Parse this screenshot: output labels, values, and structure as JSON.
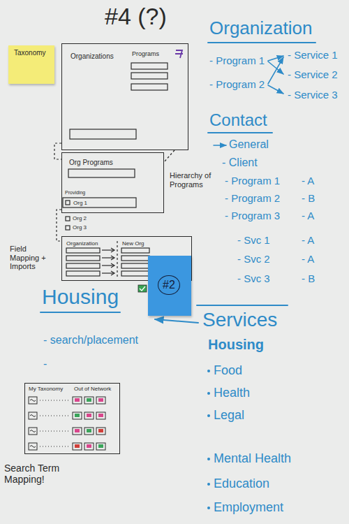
{
  "diagram": {
    "title": "#4 (?)",
    "nodes": [
      {
        "text": [
          "Taxonomy"
        ]
      },
      {
        "text": [
          "Organizations",
          "Programs"
        ]
      },
      {
        "text": [
          "Org Programs",
          "Providing",
          "Org 1"
        ]
      },
      {
        "text": [
          "Organization",
          "New Org"
        ]
      },
      {
        "text": [
          "#2"
        ]
      },
      {
        "text": [
          "My Taxonomy",
          "Out of Network"
        ]
      }
    ],
    "edges": [
      {
        "from": 1,
        "to": 2,
        "arrow": "none"
      },
      {
        "from": 1,
        "to": 2,
        "arrow": "none"
      },
      {
        "from": 2,
        "to": 3,
        "arrow": "none"
      }
    ],
    "labels": [
      "Hierarchy of Programs",
      "Org 2",
      "Org 3",
      "Field Mapping + Imports",
      "Housing",
      "- search/placement",
      "-",
      "Search Term Mapping!",
      "Organization",
      "- Program 1",
      "- Program 2",
      "- Service 1",
      "- Service 2",
      "- Service 3",
      "Contact",
      "General",
      "- Client",
      "- Program 1",
      "- A",
      "- Program 2",
      "- B",
      "- Program 3",
      "- A",
      "- Svc 1",
      "- A",
      "- Svc 2",
      "- A",
      "- Svc 3",
      "- B",
      "Services",
      "Housing",
      "Food",
      "Health",
      "Legal",
      "Mental Health",
      "Education",
      "Employment"
    ]
  }
}
